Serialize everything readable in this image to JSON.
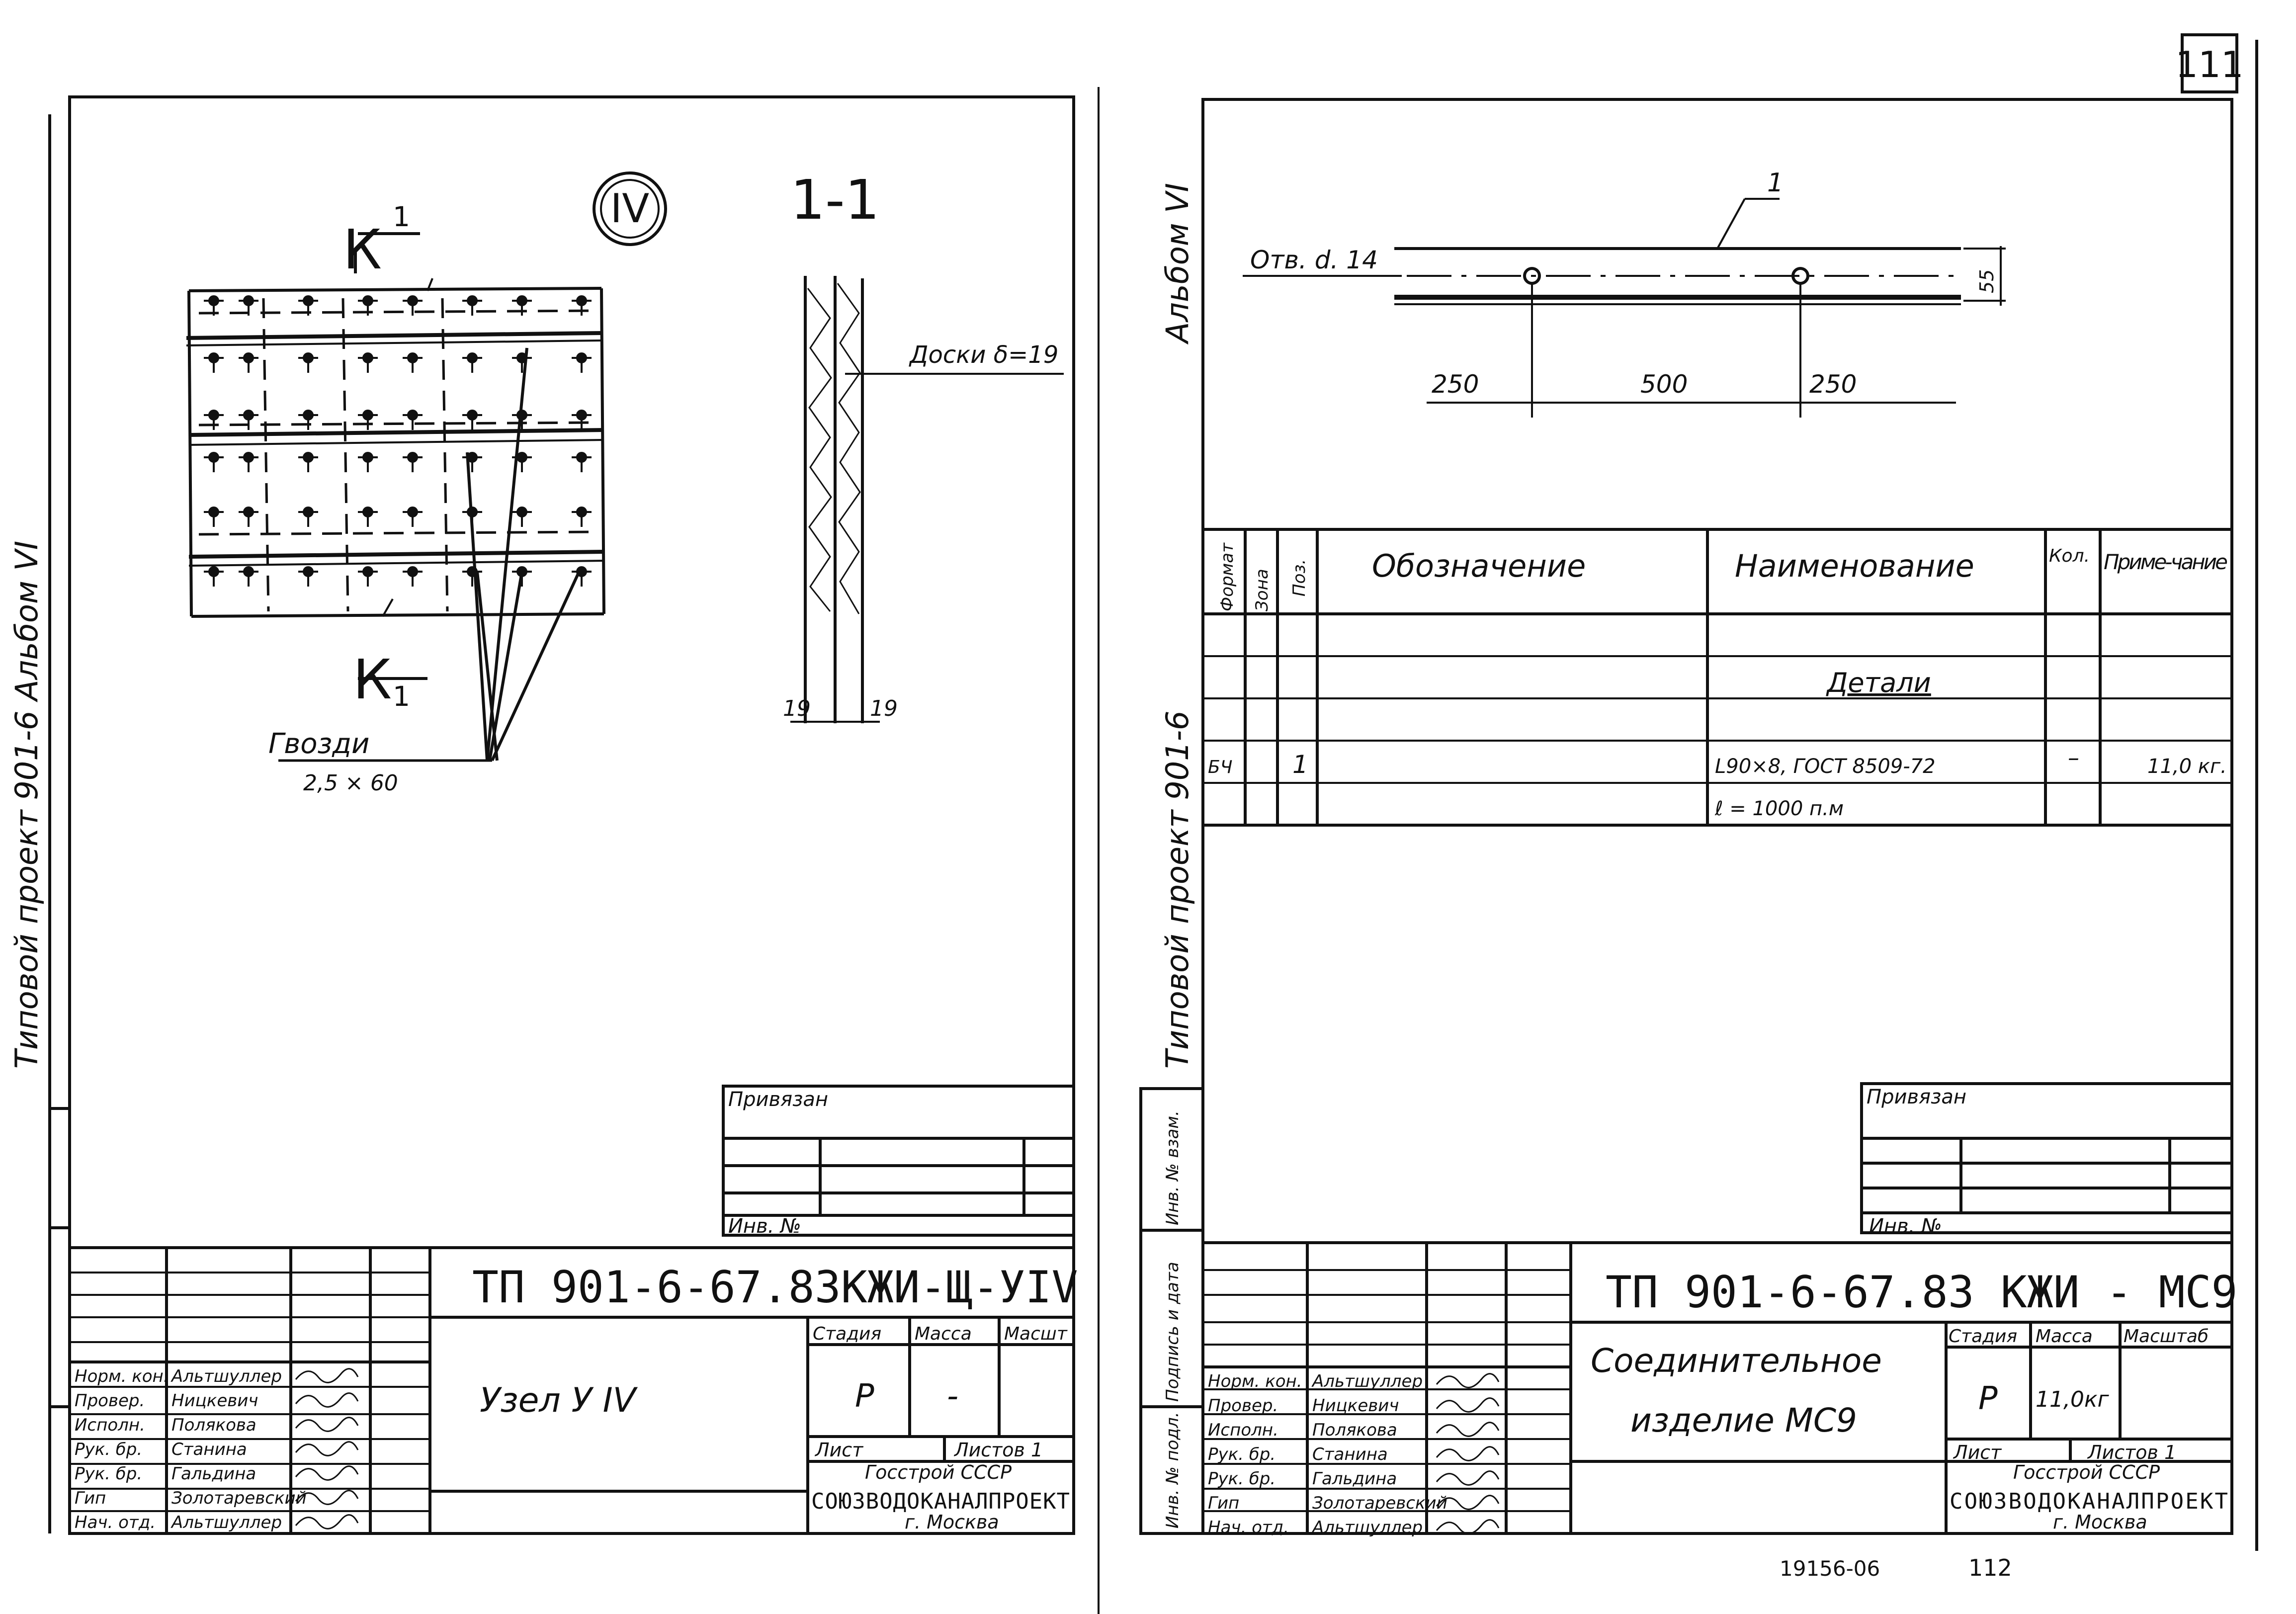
{
  "page_number": "111",
  "footer": {
    "archive_number": "19156-06",
    "sheet_ref": "112"
  },
  "left_sheet": {
    "margin_text": "Типовой проект 901-6 Альбом VI",
    "node_marker": "IV",
    "section_mark": "К",
    "section_index": "1",
    "section_title": "1-1",
    "planks_label": "Доски δ=19",
    "nails_label": "Гвозди",
    "nails_size": "2,5 × 60",
    "dim_left": "19",
    "dim_right": "19",
    "attached_label": "Привязан",
    "inv_label": "Инв. №",
    "designation": "ТП 901-6-67.83КЖИ-Щ-УIV",
    "item_name": "Узел У IV",
    "hdr_stage": "Стадия",
    "hdr_mass": "Масса",
    "hdr_scale": "Масшт",
    "stage": "Р",
    "mass": "-",
    "sheet_label": "Лист",
    "sheets_label": "Листов 1",
    "org_line1": "Госстрой СССР",
    "org_name": "СОЮЗВОДОКАНАЛПРОЕКТ",
    "org_city": "г. Москва",
    "signatures": [
      {
        "role": "Норм. кон.",
        "name": "Альтшуллер"
      },
      {
        "role": "Провер.",
        "name": "Ницкевич"
      },
      {
        "role": "Исполн.",
        "name": "Полякова"
      },
      {
        "role": "Рук. бр.",
        "name": "Станина"
      },
      {
        "role": "Рук. бр.",
        "name": "Гальдина"
      },
      {
        "role": "Гип",
        "name": "Золотаревский"
      },
      {
        "role": "Нач. отд.",
        "name": "Альтшуллер"
      }
    ]
  },
  "right_sheet": {
    "margin_album": "Альбом VI",
    "margin_project": "Типовой проект 901-6",
    "side_boxes": [
      "Инв. № подл.",
      "Подпись и дата",
      "Инв. № взам."
    ],
    "hole_label": "Отв. d. 14",
    "pos_leader": "1",
    "dim_250a": "250",
    "dim_500": "500",
    "dim_250b": "250",
    "dim_height": "55",
    "spec_headers": {
      "format": "Формат",
      "zone": "Зона",
      "pos": "Поз.",
      "designation": "Обозначение",
      "name": "Наименование",
      "qty": "Кол.",
      "note": "Приме-чание"
    },
    "spec_section": "Детали",
    "spec_rows": [
      {
        "format": "БЧ",
        "pos": "1",
        "name": "L90×8, ГОСТ 8509-72",
        "qty": "–",
        "note": "11,0 кг."
      },
      {
        "format": "",
        "pos": "",
        "name": "ℓ = 1000 п.м",
        "qty": "",
        "note": ""
      }
    ],
    "attached_label": "Привязан",
    "inv_label": "Инв. №",
    "designation": "ТП 901-6-67.83 КЖИ - МС9",
    "item_name_line1": "Соединительное",
    "item_name_line2": "изделие МС9",
    "hdr_stage": "Стадия",
    "hdr_mass": "Масса",
    "hdr_scale": "Масштаб",
    "stage": "Р",
    "mass": "11,0кг",
    "sheet_label": "Лист",
    "sheets_label": "Листов 1",
    "org_line1": "Госстрой СССР",
    "org_name": "СОЮЗВОДОКАНАЛПРОЕКТ",
    "org_city": "г. Москва",
    "signatures": [
      {
        "role": "Норм. кон.",
        "name": "Альтшуллер"
      },
      {
        "role": "Провер.",
        "name": "Ницкевич"
      },
      {
        "role": "Исполн.",
        "name": "Полякова"
      },
      {
        "role": "Рук. бр.",
        "name": "Станина"
      },
      {
        "role": "Рук. бр.",
        "name": "Гальдина"
      },
      {
        "role": "Гип",
        "name": "Золотаревский"
      },
      {
        "role": "Нач. отд.",
        "name": "Альтшуллер"
      }
    ]
  }
}
